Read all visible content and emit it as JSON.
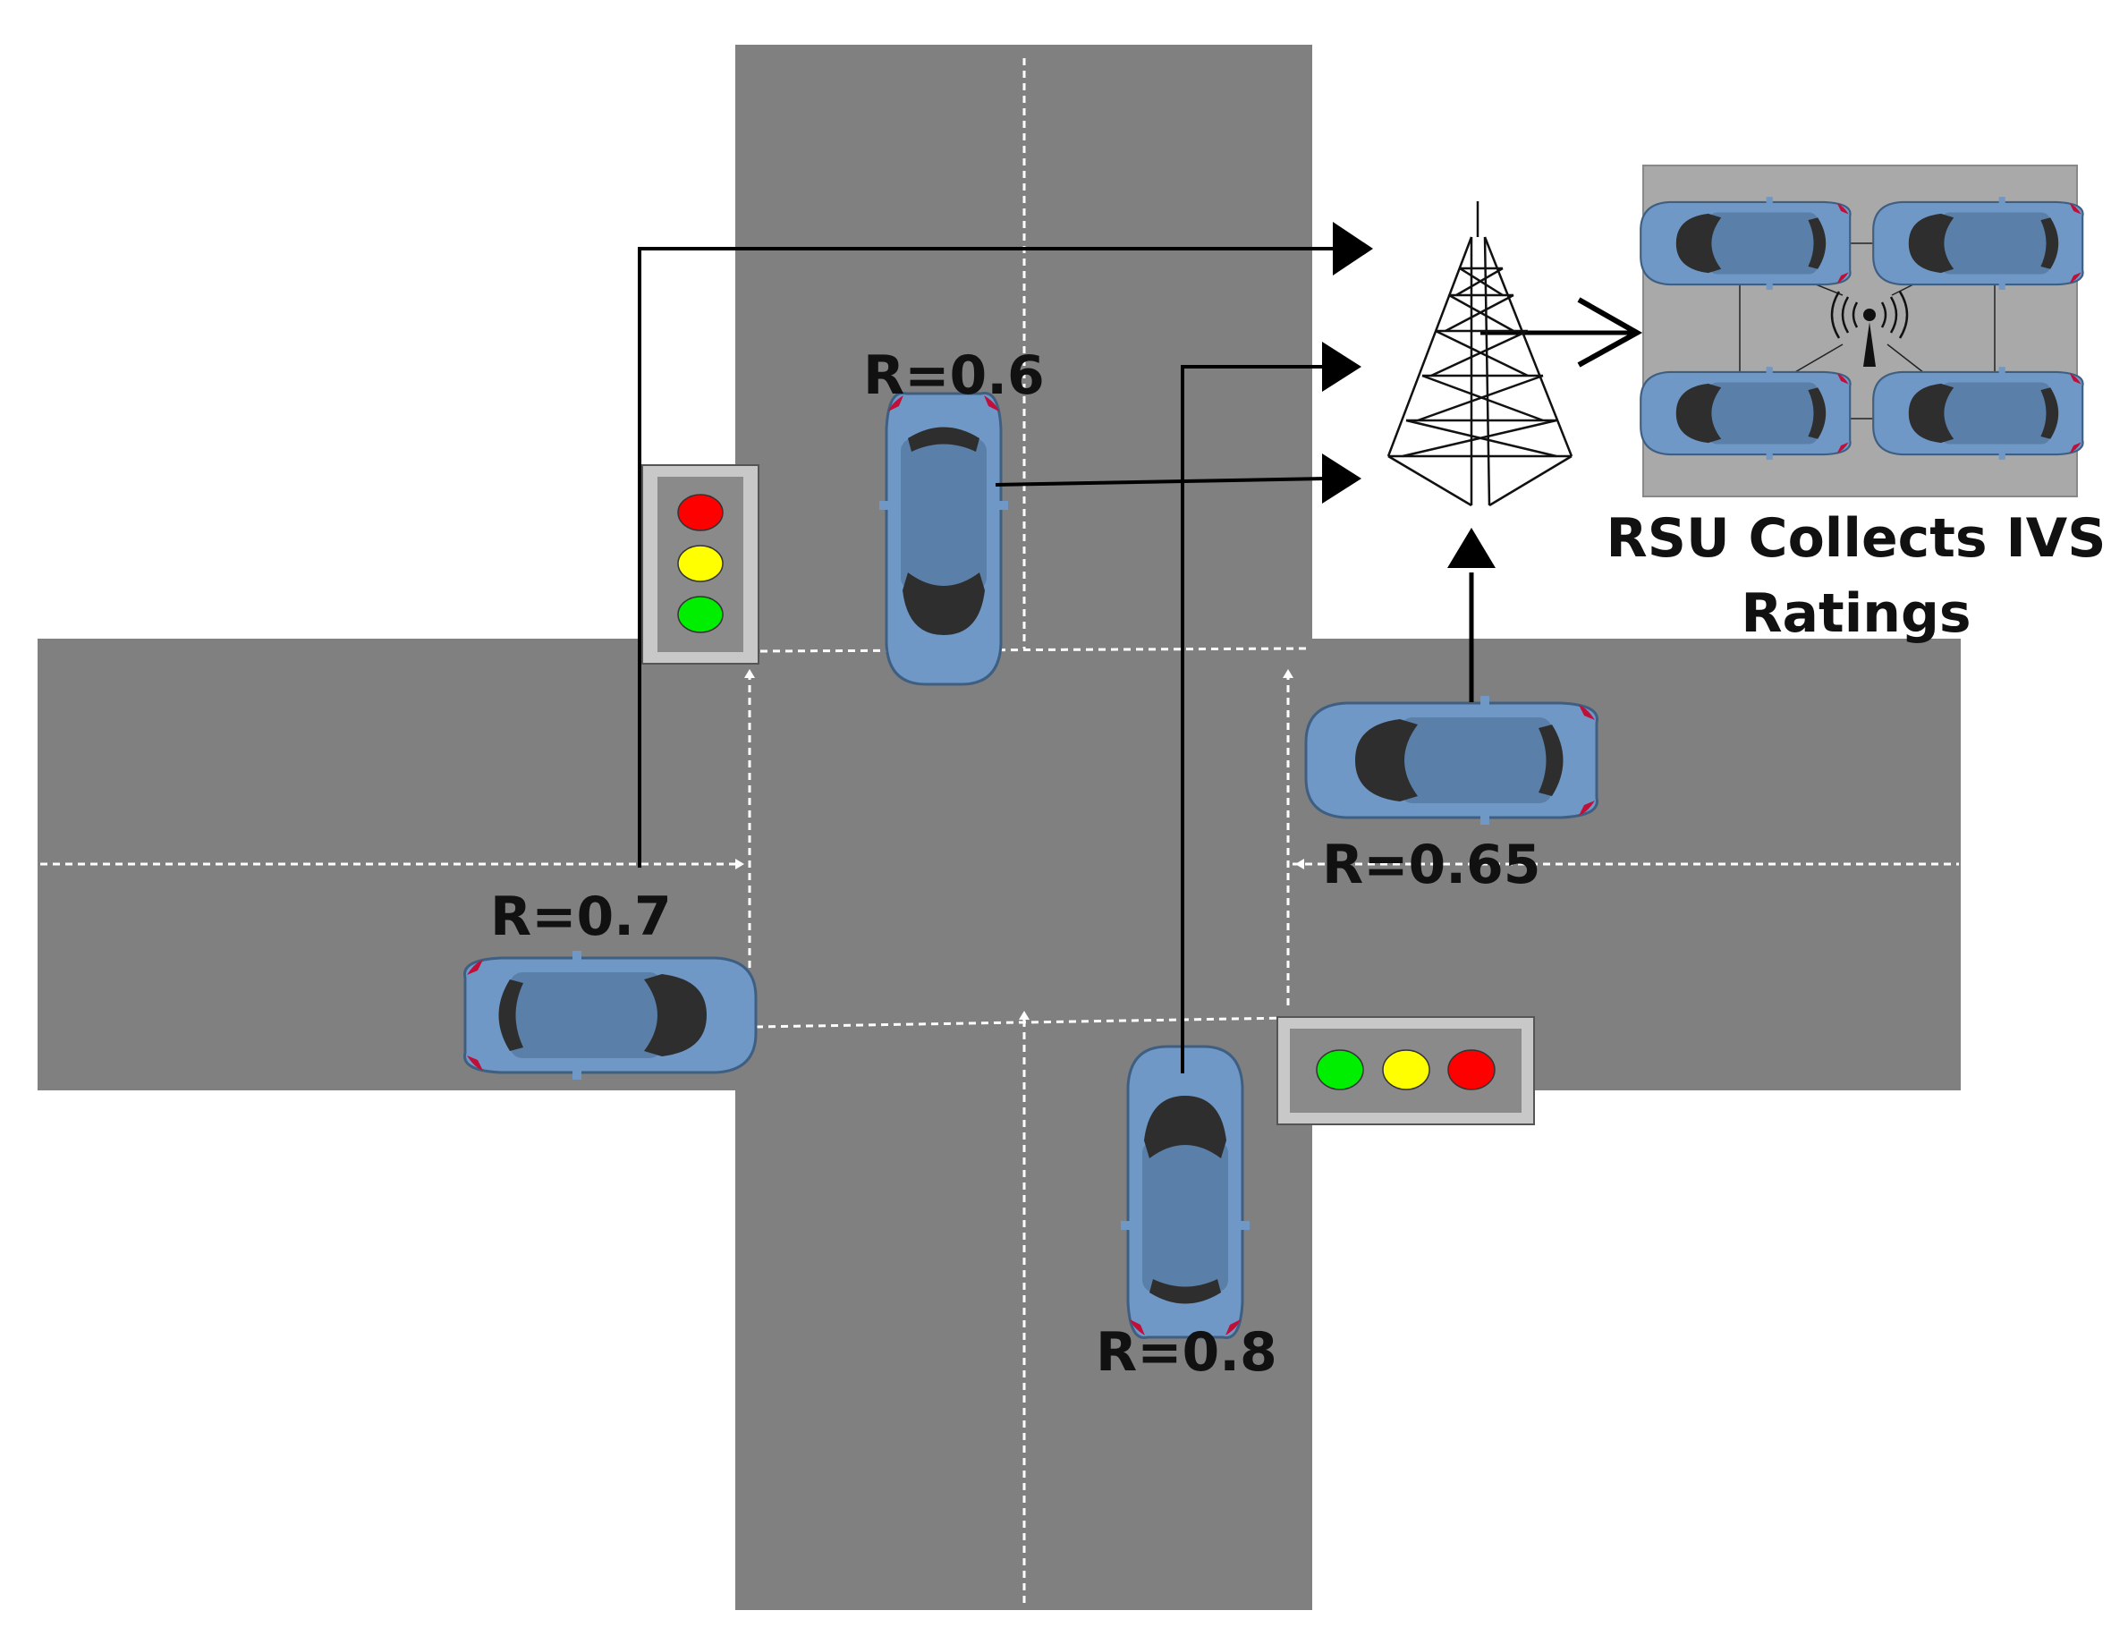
{
  "ratings": [
    {
      "label": "R=0.6"
    },
    {
      "label": "R=0.7"
    },
    {
      "label": "R=0.65"
    },
    {
      "label": "R=0.8"
    }
  ],
  "rsu_caption": {
    "line1": "RSU Collects IVS",
    "line2": "Ratings"
  },
  "colors": {
    "road": "#808080",
    "lane_marking": "#ffffff",
    "car_body": "#6f98c6",
    "car_roof": "#5a7fa8",
    "car_glass": "#2e2e2e",
    "taillight": "#c0103a",
    "signal_red": "#ff0000",
    "signal_yellow": "#ffff00",
    "signal_green": "#00ee00",
    "signal_housing": "#8a8a8a",
    "signal_frame": "#c8c8c8",
    "arrow": "#000000",
    "rsu_panel": "#a9a9a9"
  },
  "icons": [
    "car-icon",
    "traffic-light-icon",
    "cell-tower-icon",
    "wireless-antenna-icon",
    "arrow-icon"
  ]
}
